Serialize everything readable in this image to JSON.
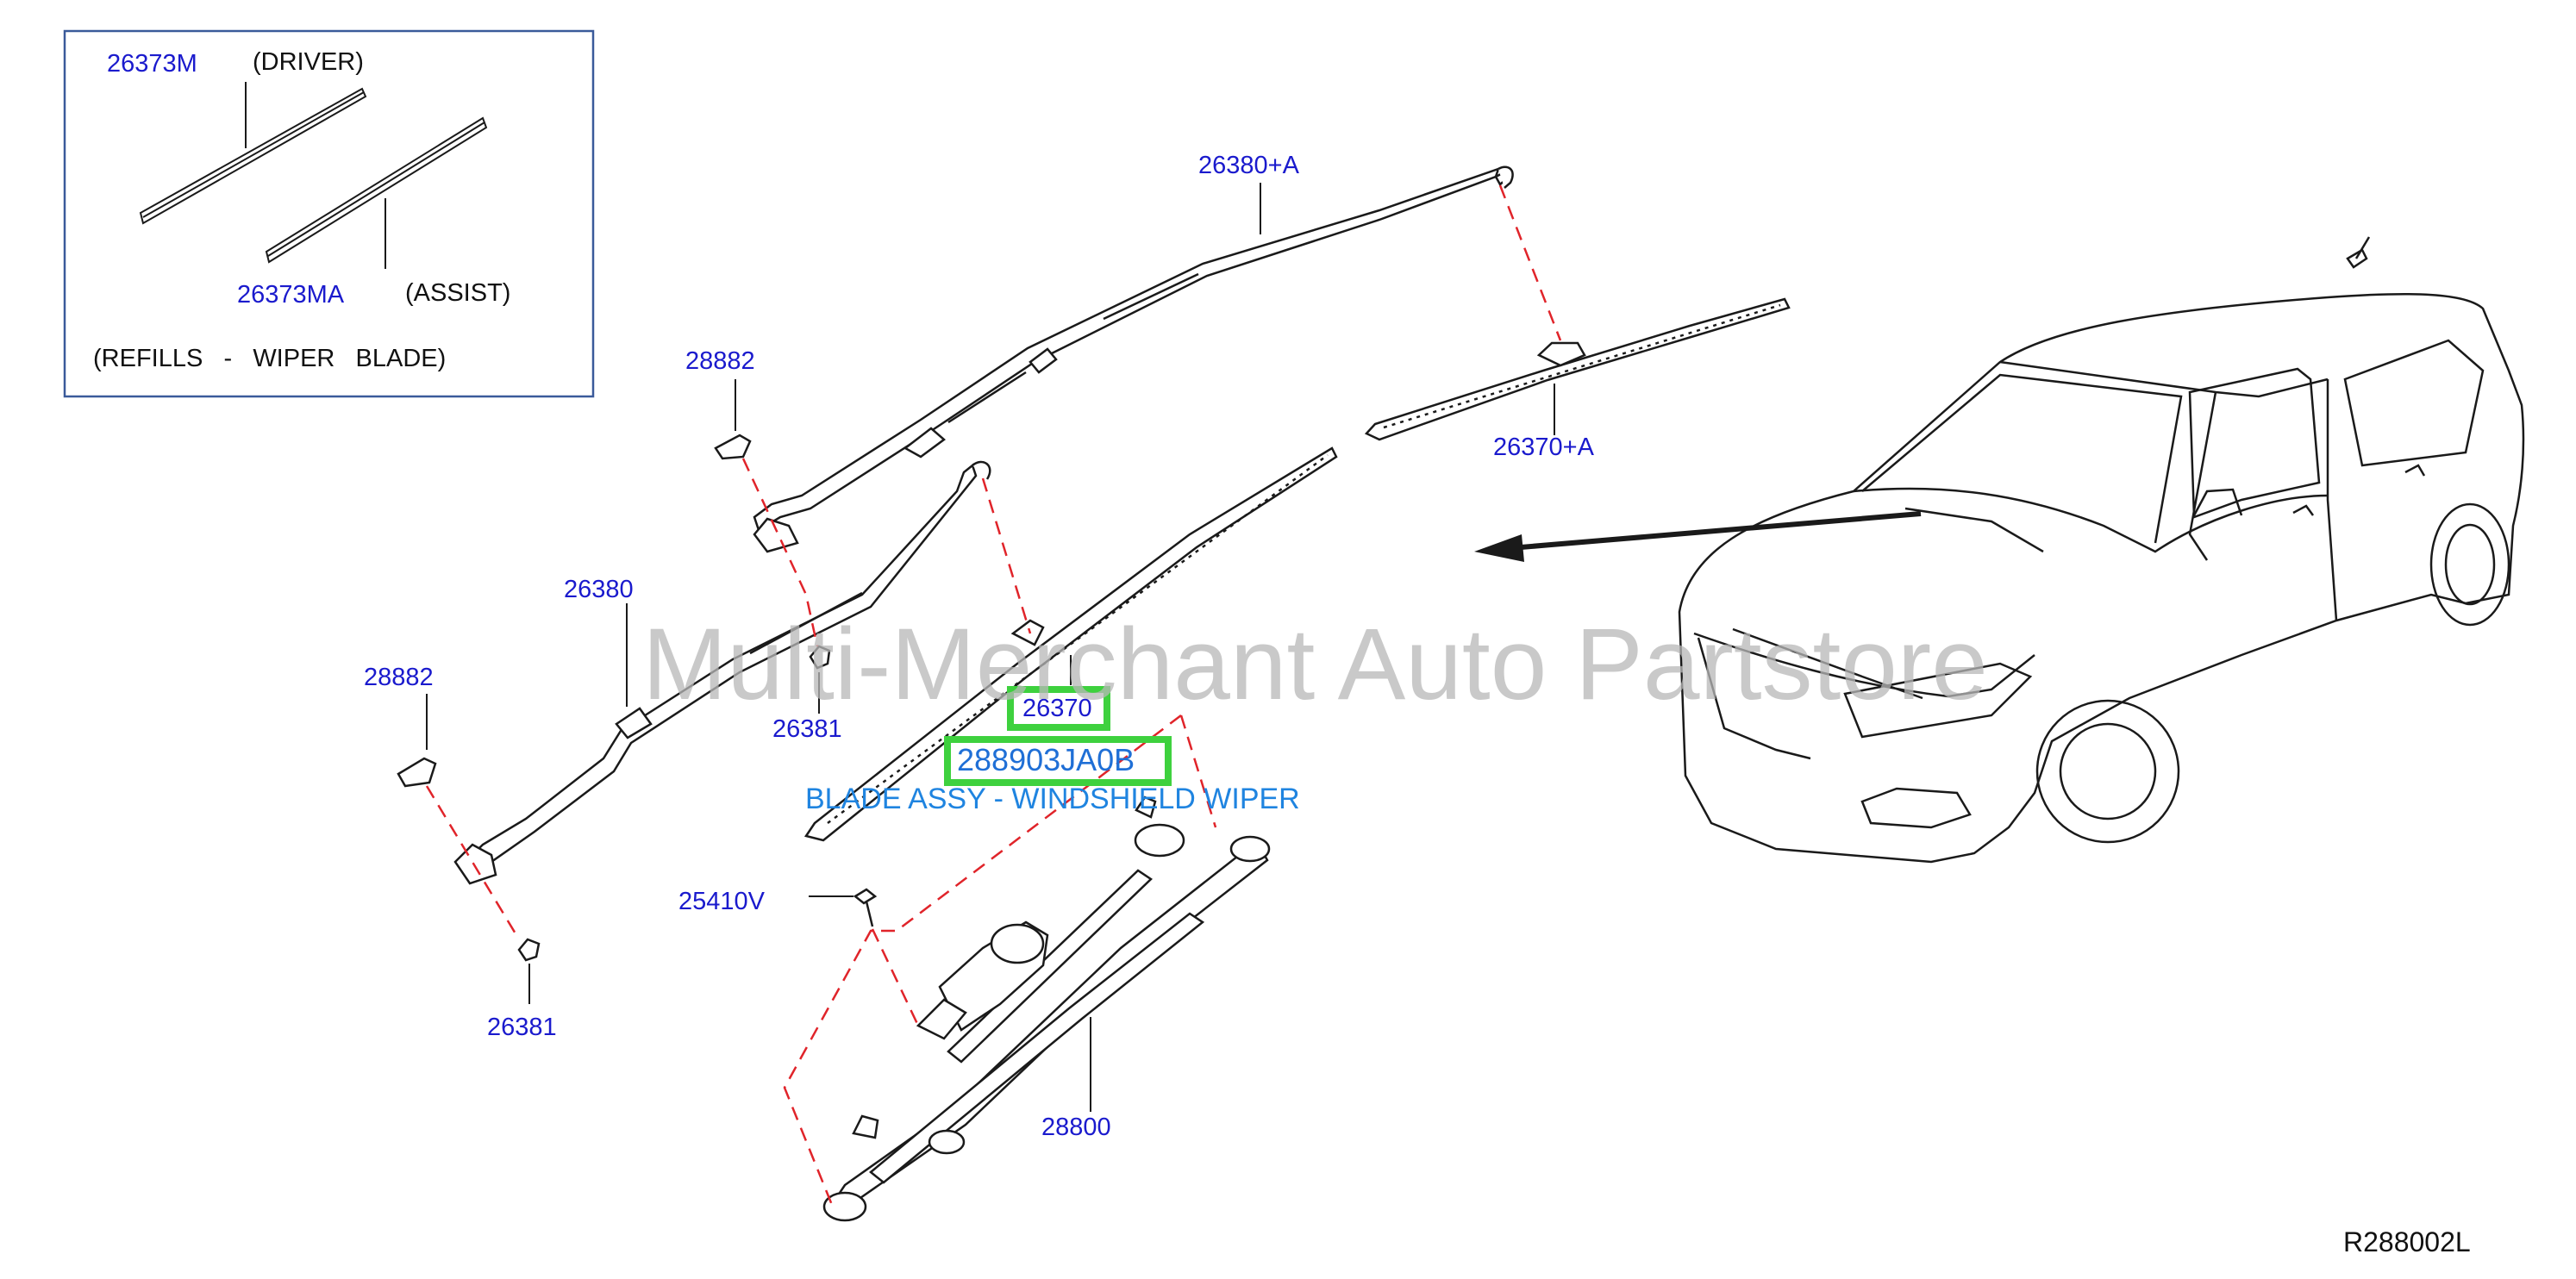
{
  "inset": {
    "refill_driver_part": "26373M",
    "refill_driver_label": "(DRIVER)",
    "refill_assist_part": "26373MA",
    "refill_assist_label": "(ASSIST)",
    "caption": "(REFILLS   -   WIPER   BLADE)"
  },
  "labels": {
    "arm_passenger": "26380+A",
    "blade_passenger": "26370+A",
    "cap_upper": "28882",
    "arm_driver": "26380",
    "cap_lower": "28882",
    "nut_upper": "26381",
    "nut_lower": "26381",
    "bolt": "25410V",
    "linkage_motor": "28800",
    "blade_driver": "26370"
  },
  "highlight": {
    "part_number": "288903JA0B",
    "description": "BLADE ASSY - WINDSHIELD WIPER"
  },
  "watermark": "Multi-Merchant Auto Partstore",
  "diagram_code": "R288002L",
  "colors": {
    "part_label": "#1a1acd",
    "highlight_border": "#3ed13e",
    "highlight_text": "#1f6fd6",
    "leader_dashed": "#e0242a",
    "line_art": "#1a1a1a"
  }
}
